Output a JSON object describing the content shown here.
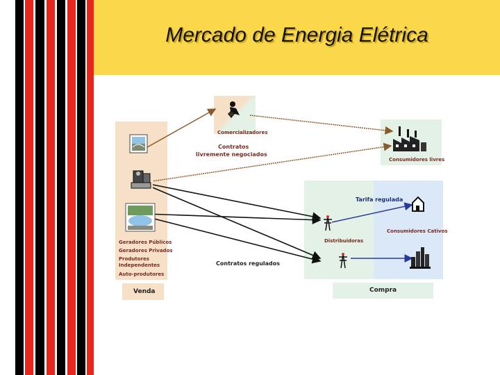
{
  "slide": {
    "title": "Mercado de Energia Elétrica"
  },
  "diagram": {
    "comercializadores": "Comercializadores",
    "contratos_livres": [
      "Contratos",
      "livremente negociados"
    ],
    "consumidores_livres": "Consumidores livres",
    "tarifa_regulada": "Tarifa regulada",
    "consumidores_cativos": "Consumidores Cativos",
    "distribuidoras": "Distribuidoras",
    "contratos_regulados": "Contratos regulados",
    "geradores": [
      "Geradores Públicos",
      "Geradores Privados",
      "Produtores",
      "Independentes",
      "Auto-produtores"
    ],
    "venda": "Venda",
    "compra": "Compra"
  },
  "colors": {
    "title_bar": "#fbd84a",
    "stripe_red": "#e8261c",
    "stripe_black": "#000000",
    "sell_panel": "#f6e0c8",
    "buy_panel": "#e3f1e6",
    "cativo_panel": "#dbe8f8",
    "arrow_brown": "#8b5a2b",
    "arrow_blue": "#2a3a9a"
  },
  "icons": [
    "dam-icon",
    "turbine-icon",
    "reservoir-icon",
    "trader-icon",
    "factory-icon",
    "house-icon",
    "transmission-tower-icon",
    "city-icon"
  ]
}
